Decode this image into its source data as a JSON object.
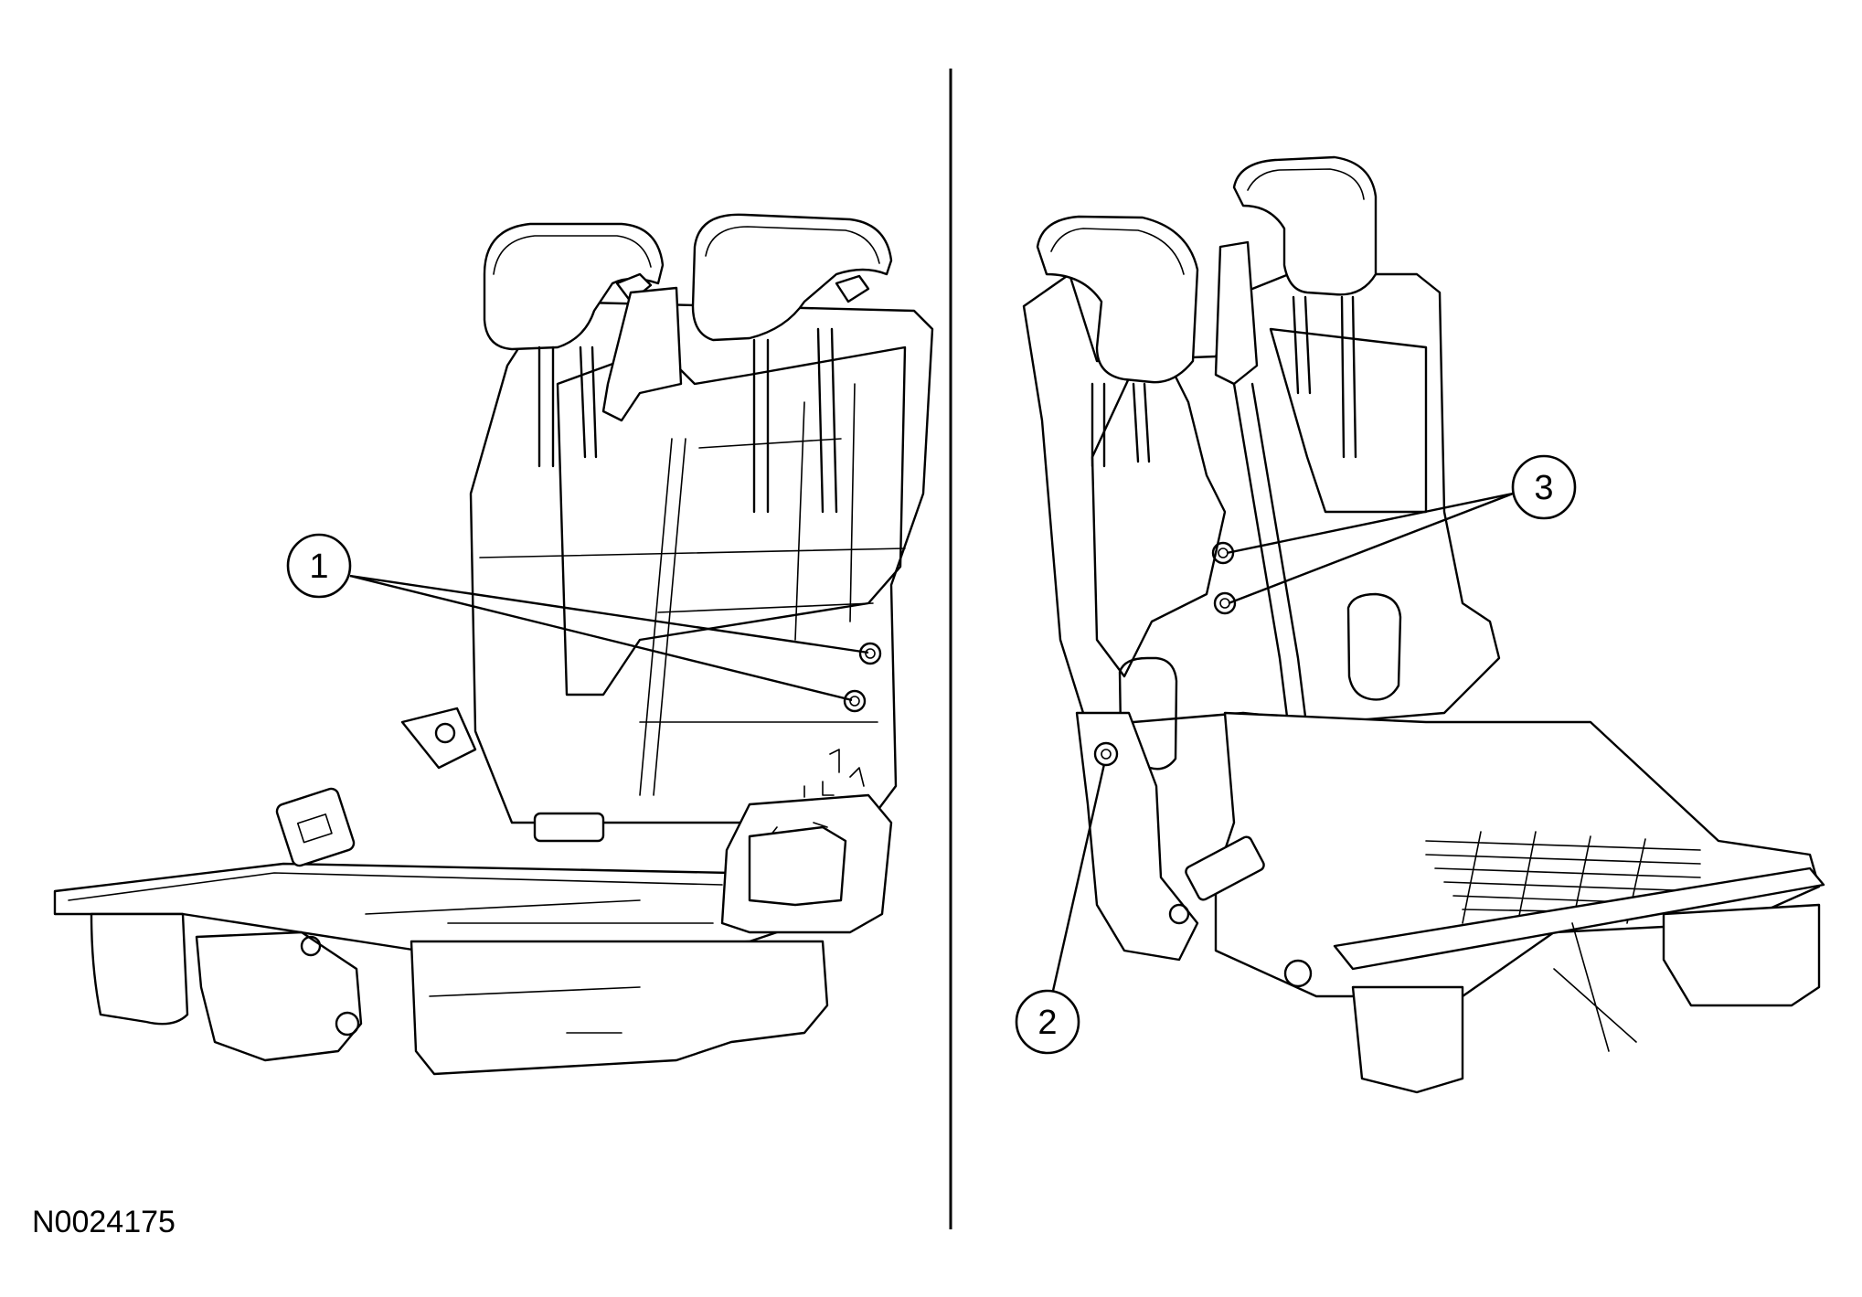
{
  "figure_id": "N0024175",
  "callouts": [
    {
      "label": "1"
    },
    {
      "label": "2"
    },
    {
      "label": "3"
    }
  ],
  "colors": {
    "line": "#000000",
    "background": "#ffffff"
  }
}
